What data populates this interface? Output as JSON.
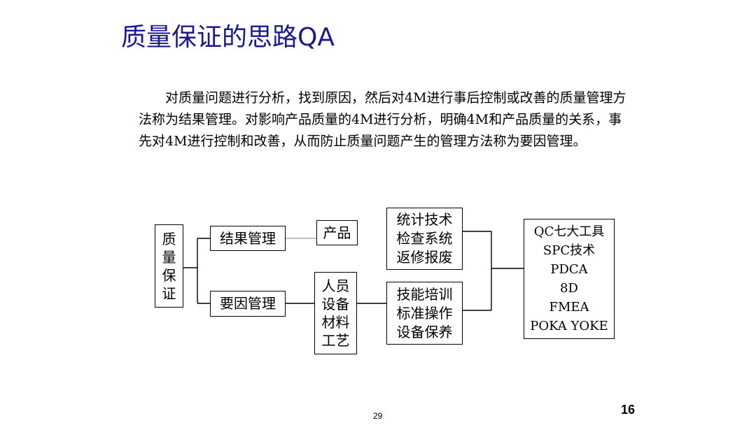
{
  "slide": {
    "title": "质量保证的思路QA",
    "paragraph": "对质量问题进行分析，找到原因，然后对4M进行事后控制或改善的质量管理方法称为结果管理。对影响产品质量的4M进行分析，明确4M和产品质量的关系，事先对4M进行控制和改善，从而防止质量问题产生的管理方法称为要因管理。",
    "page_number": "29",
    "slide_number": "16"
  },
  "diagram": {
    "root": "质\n量\n保\n证",
    "result_mgmt": "结果管理",
    "cause_mgmt": "要因管理",
    "product": "产品",
    "four_m": "人员\n设备\n材料\n工艺",
    "result_methods": "统计技术\n检查系统\n返修报废",
    "cause_methods": "技能培训\n标准操作\n设备保养",
    "tools": "QC七大工具\nSPC技术\nPDCA\n8D\nFMEA\nPOKA YOKE"
  }
}
